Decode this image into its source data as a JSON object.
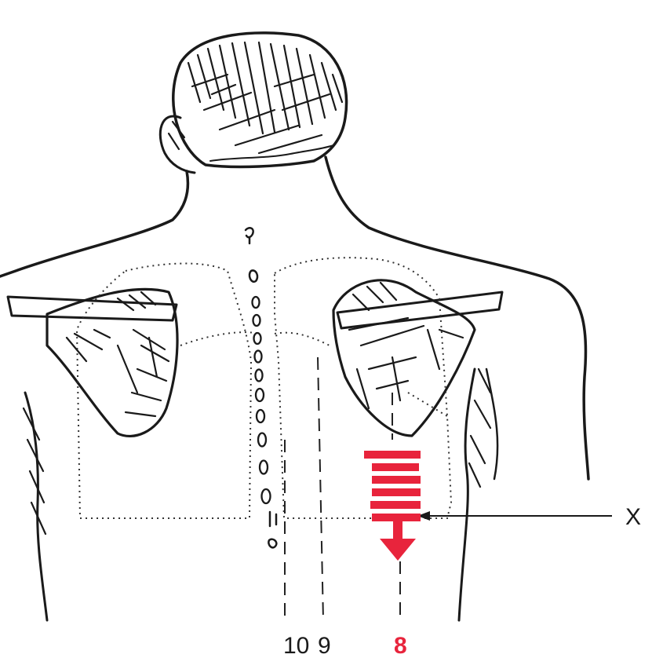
{
  "labels": {
    "marker": "X",
    "line_a": "10",
    "line_b": "9",
    "line_c": "8"
  },
  "colors": {
    "ink": "#1a1a1a",
    "highlight": "#e8243c",
    "background": "#ffffff"
  }
}
